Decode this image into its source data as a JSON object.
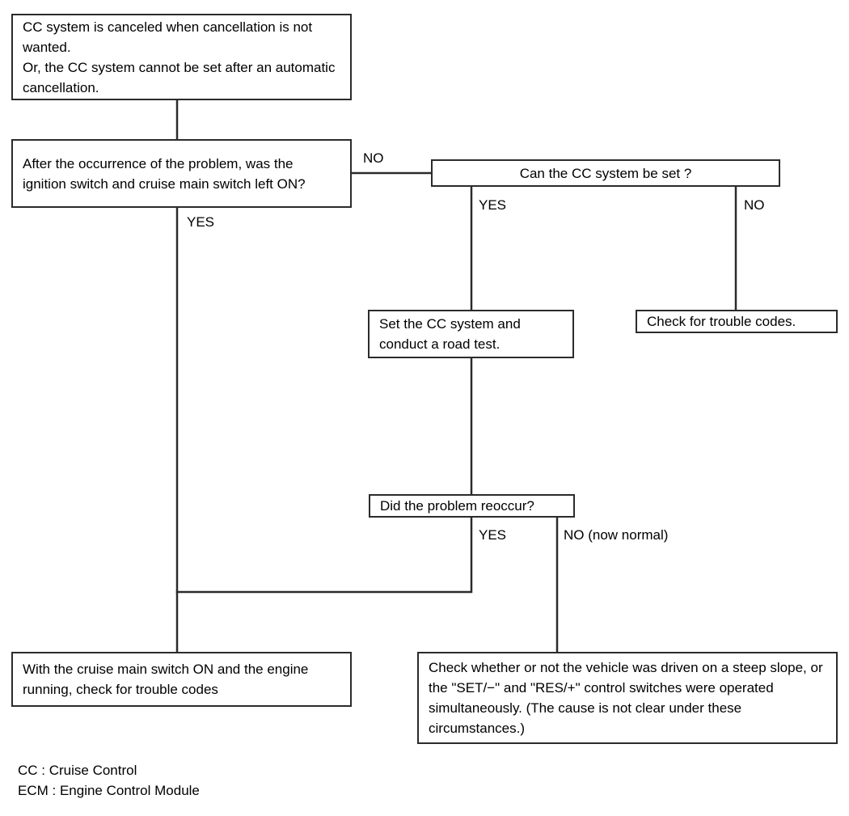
{
  "diagram": {
    "title": "Cruise Control system troubleshooting flowchart",
    "stroke_color": "#2b2b2b",
    "background_color": "#ffffff",
    "nodes": [
      {
        "id": "symptom",
        "name": "symptom-box",
        "text": "CC system is canceled when cancellation is not wanted.\nOr, the CC system cannot be set after an automatic cancellation."
      },
      {
        "id": "question-ignition",
        "name": "question-ignition-box",
        "text": "After the occurrence of the problem, was the ignition switch and cruise main switch left ON?"
      },
      {
        "id": "question-can-set",
        "name": "question-can-set-box",
        "text": "Can the CC system be set ?"
      },
      {
        "id": "set-and-road-test",
        "name": "set-and-road-test-box",
        "text": "Set the CC system and conduct a road test."
      },
      {
        "id": "check-trouble-codes",
        "name": "check-trouble-codes-box",
        "text": "Check for trouble codes."
      },
      {
        "id": "question-reoccur",
        "name": "question-reoccur-box",
        "text": "Did the problem reoccur?"
      },
      {
        "id": "cruise-on-check-codes",
        "name": "cruise-on-check-codes-box",
        "text": "With the cruise main switch ON and the engine running, check for trouble codes"
      },
      {
        "id": "steep-slope-note",
        "name": "steep-slope-note-box",
        "text": "Check whether or not the vehicle was driven on a steep slope, or the \"SET/−\" and \"RES/+\" control switches were operated simultaneously. (The cause is not clear under these circumstances.)"
      }
    ],
    "edge_labels": {
      "ignition_no": "NO",
      "ignition_yes": "YES",
      "can_set_yes": "YES",
      "can_set_no": "NO",
      "reoccur_yes": "YES",
      "reoccur_no": "NO (now normal)"
    },
    "legend": "CC : Cruise Control\nECM : Engine Control Module"
  }
}
